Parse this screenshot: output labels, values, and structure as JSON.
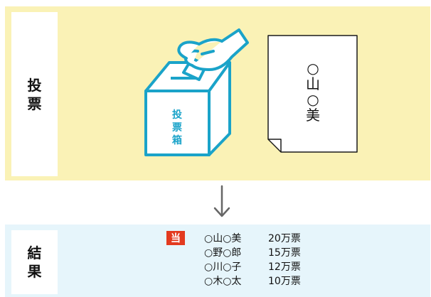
{
  "vote_section": {
    "label_chars": [
      "投",
      "票"
    ],
    "ballot_box_chars": [
      "投",
      "票",
      "箱"
    ],
    "ballot_paper_chars": [
      "○",
      "山",
      "○",
      "美"
    ]
  },
  "result_section": {
    "label_chars": [
      "結",
      "果"
    ],
    "winner_badge": "当",
    "rows": [
      {
        "name": "○山○美",
        "votes": "20万票"
      },
      {
        "name": "○野○郎",
        "votes": "15万票"
      },
      {
        "name": "○川○子",
        "votes": "12万票"
      },
      {
        "name": "○木○太",
        "votes": "10万票"
      }
    ]
  },
  "colors": {
    "vote_background": "#faf2b6",
    "result_background": "#e6f5fb",
    "illustration_line": "#1aa3c9",
    "arrow": "#666666",
    "winner_badge": "#e33a1f"
  },
  "icons": {
    "ballot_box": "ballot-box-icon",
    "hand": "hand-icon",
    "ballot_paper": "ballot-paper-icon",
    "flow_arrow": "down-arrow-icon"
  }
}
